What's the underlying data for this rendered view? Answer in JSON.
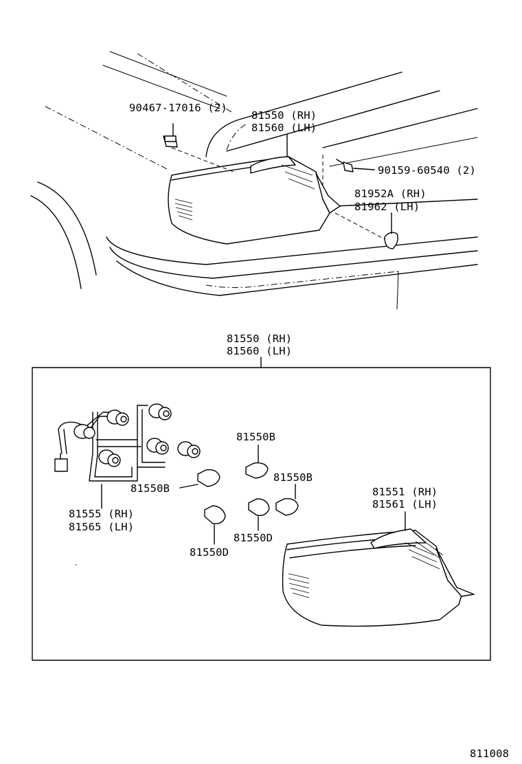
{
  "diagram": {
    "labels": {
      "bolt_top": "90467-17016 (2)",
      "lamp_top_rh": "81550 (RH)",
      "lamp_top_lh": "81560 (LH)",
      "screw": "90159-60540 (2)",
      "cover_rh": "81952A (RH)",
      "cover_lh": "81962  (LH)",
      "assy_rh": "81550 (RH)",
      "assy_lh": "81560 (LH)",
      "bulb_b_upper": "81550B",
      "bulb_b_left": "81550B",
      "bulb_b_right": "81550B",
      "socket_rh": "81555 (RH)",
      "socket_lh": "81565 (LH)",
      "bulb_d_mid": "81550D",
      "bulb_d_left": "81550D",
      "lens_rh": "81551 (RH)",
      "lens_lh": "81561 (LH)"
    },
    "figure_number": "811008"
  }
}
